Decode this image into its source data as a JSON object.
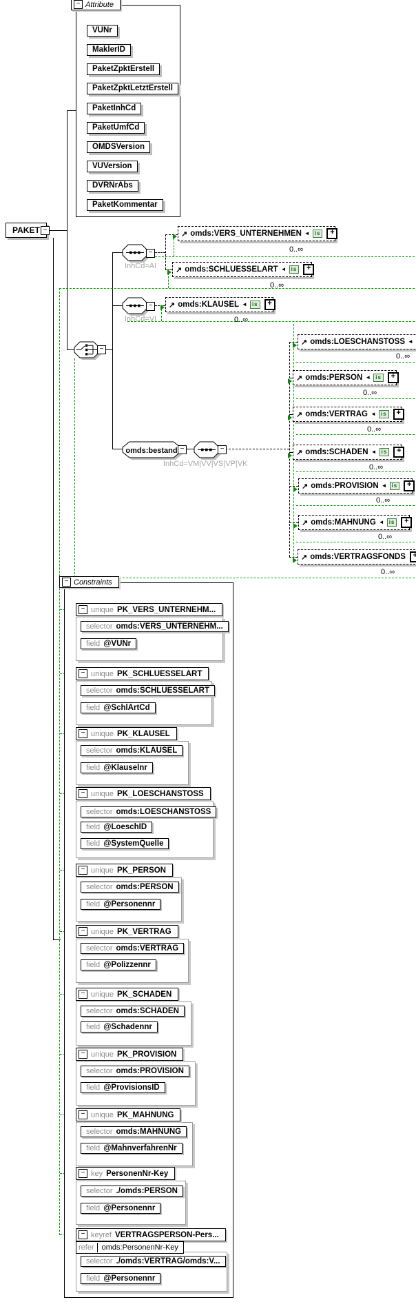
{
  "icons": {
    "collapse": "−",
    "expand": "+",
    "ref_arrow": "↗",
    "constraint_arrow": "◄"
  },
  "root": {
    "label": "PAKET"
  },
  "attribute_section": {
    "title": "Attribute",
    "items": [
      {
        "label": "VUNr"
      },
      {
        "label": "MaklerID"
      },
      {
        "label": "PaketZpktErstell"
      },
      {
        "label": "PaketZpktLetztErstell"
      },
      {
        "label": "PaketInhCd"
      },
      {
        "label": "PaketUmfCd"
      },
      {
        "label": "OMDSVersion"
      },
      {
        "label": "VUVersion"
      },
      {
        "label": "DVRNrAbs"
      },
      {
        "label": "PaketKommentar"
      }
    ]
  },
  "tree": {
    "badge_label": "is",
    "seq_ai_label": "InhCd=AI",
    "seq_vi_label": "InhCd=VI",
    "bestand_label": "omds:bestand",
    "bestand_seq_label": "InhCd=VM|VV|VS|VP|VK",
    "elements": [
      {
        "label": "omds:VERS_UNTERNEHMEN",
        "occurs": "0..∞"
      },
      {
        "label": "omds:SCHLUESSELART",
        "occurs": "0..∞"
      },
      {
        "label": "omds:KLAUSEL",
        "occurs": "0..∞"
      },
      {
        "label": "omds:LOESCHANSTOSS",
        "occurs": "0..∞"
      },
      {
        "label": "omds:PERSON",
        "occurs": "0..∞"
      },
      {
        "label": "omds:VERTRAG",
        "occurs": "0..∞"
      },
      {
        "label": "omds:SCHADEN",
        "occurs": "0..∞"
      },
      {
        "label": "omds:PROVISION",
        "occurs": "0..∞"
      },
      {
        "label": "omds:MAHNUNG",
        "occurs": "0..∞"
      },
      {
        "label": "omds:VERTRAGSFONDS",
        "occurs": "0..∞"
      }
    ]
  },
  "constraints_section": {
    "title": "Constraints",
    "labels": {
      "selector": "selector",
      "field": "field"
    },
    "items": [
      {
        "kind": "unique",
        "name": "PK_VERS_UNTERNEHM...",
        "selector": "omds:VERS_UNTERNEHM...",
        "fields": [
          "@VUNr"
        ]
      },
      {
        "kind": "unique",
        "name": "PK_SCHLUESSELART",
        "selector": "omds:SCHLUESSELART",
        "fields": [
          "@SchlArtCd"
        ]
      },
      {
        "kind": "unique",
        "name": "PK_KLAUSEL",
        "selector": "omds:KLAUSEL",
        "fields": [
          "@Klauselnr"
        ]
      },
      {
        "kind": "unique",
        "name": "PK_LOESCHANSTOSS",
        "selector": "omds:LOESCHANSTOSS",
        "fields": [
          "@LoeschID",
          "@SystemQuelle"
        ]
      },
      {
        "kind": "unique",
        "name": "PK_PERSON",
        "selector": "omds:PERSON",
        "fields": [
          "@Personennr"
        ]
      },
      {
        "kind": "unique",
        "name": "PK_VERTRAG",
        "selector": "omds:VERTRAG",
        "fields": [
          "@Polizzennr"
        ]
      },
      {
        "kind": "unique",
        "name": "PK_SCHADEN",
        "selector": "omds:SCHADEN",
        "fields": [
          "@Schadennr"
        ]
      },
      {
        "kind": "unique",
        "name": "PK_PROVISION",
        "selector": "omds:PROVISION",
        "fields": [
          "@ProvisionsID"
        ]
      },
      {
        "kind": "unique",
        "name": "PK_MAHNUNG",
        "selector": "omds:MAHNUNG",
        "fields": [
          "@MahnverfahrenNr"
        ]
      },
      {
        "kind": "key",
        "name": "PersonenNr-Key",
        "selector": "./omds:PERSON",
        "fields": [
          "@Personennr"
        ]
      },
      {
        "kind": "keyref",
        "name": "VERTRAGSPERSON-Pers...",
        "refer_label": "refer",
        "refer": "omds:PersonenNr-Key",
        "selector": "./omds:VERTRAG/omds:V...",
        "fields": [
          "@Personennr"
        ]
      }
    ]
  }
}
